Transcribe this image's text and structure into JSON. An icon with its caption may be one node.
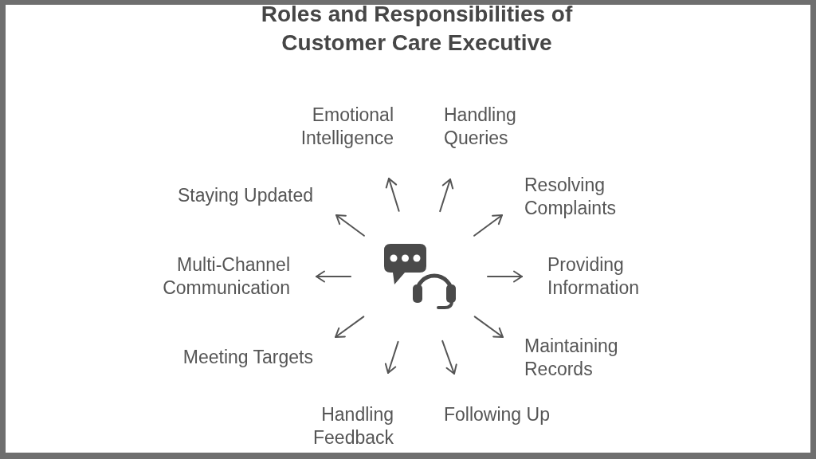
{
  "diagram": {
    "title": "Roles and Responsibilities of Customer Care Executive",
    "nodes": [
      {
        "text": [],
        "shape": "picture"
      },
      {
        "text": [
          "Emotional Intelligence"
        ]
      },
      {
        "text": [
          "Handling Queries"
        ]
      },
      {
        "text": [
          "Staying Updated"
        ]
      },
      {
        "text": [
          "Resolving Complaints"
        ]
      },
      {
        "text": [
          "Multi-Channel Communication"
        ]
      },
      {
        "text": [
          "Providing Information"
        ]
      },
      {
        "text": [
          "Meeting Targets"
        ]
      },
      {
        "text": [
          "Maintaining Records"
        ]
      },
      {
        "text": [
          "Handling Feedback"
        ]
      },
      {
        "text": [
          "Following Up"
        ]
      }
    ],
    "edges": [
      {
        "from": 0,
        "to": 1,
        "arrow": "to"
      },
      {
        "from": 0,
        "to": 2,
        "arrow": "to"
      },
      {
        "from": 0,
        "to": 3,
        "arrow": "to"
      },
      {
        "from": 0,
        "to": 4,
        "arrow": "to"
      },
      {
        "from": 0,
        "to": 5,
        "arrow": "to"
      },
      {
        "from": 0,
        "to": 6,
        "arrow": "to"
      },
      {
        "from": 0,
        "to": 7,
        "arrow": "to"
      },
      {
        "from": 0,
        "to": 8,
        "arrow": "to"
      },
      {
        "from": 0,
        "to": 9,
        "arrow": "to"
      },
      {
        "from": 0,
        "to": 10,
        "arrow": "to"
      }
    ]
  }
}
